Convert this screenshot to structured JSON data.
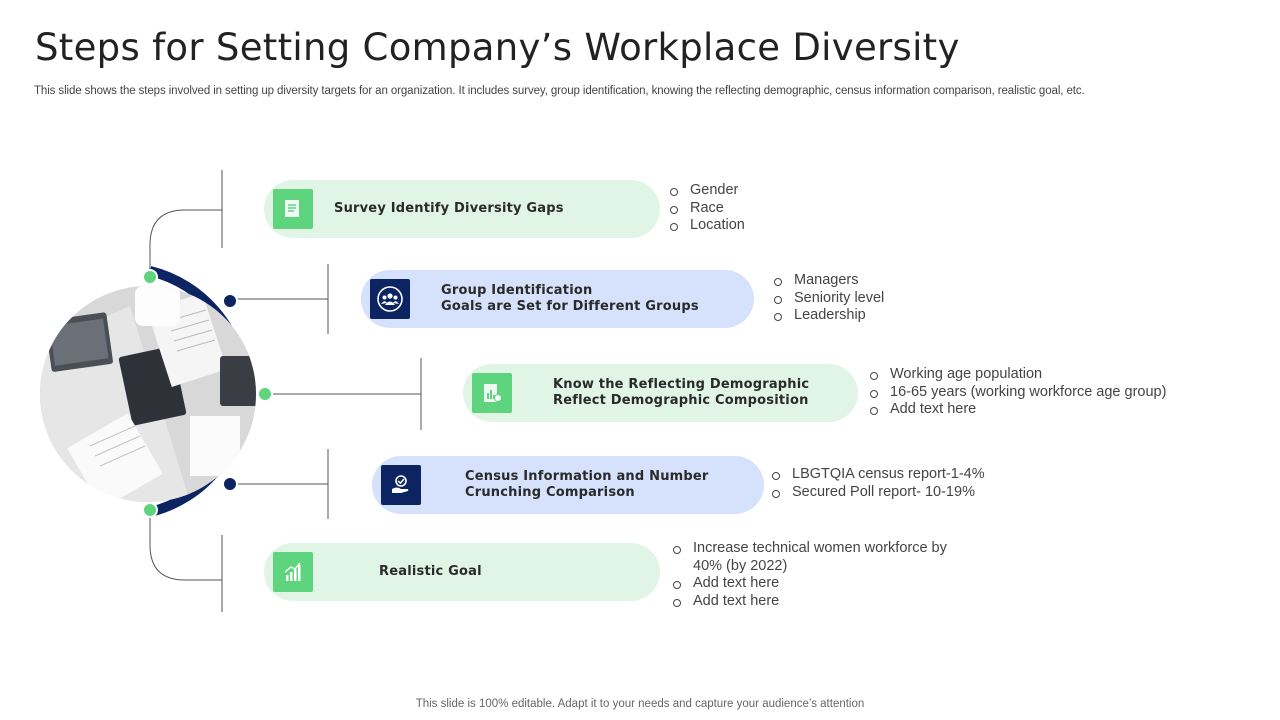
{
  "title": "Steps for Setting Company’s Workplace Diversity",
  "subtitle": "This slide shows the steps involved in setting up diversity targets for an organization. It includes survey, group identification, knowing the reflecting demographic, census information comparison, realistic goal, etc.",
  "footer": "This slide is 100% editable. Adapt it to your needs and capture your audience’s attention",
  "colors": {
    "green": "#5fd47e",
    "navy": "#0c2461",
    "green_pill": "#e0f5e6",
    "blue_pill": "#d6e2fb"
  },
  "steps": [
    {
      "label": "Survey Identify  Diversity Gaps",
      "icon": "survey-document-icon",
      "bullets": [
        "Gender",
        "Race",
        "Location"
      ]
    },
    {
      "label": "  Group Identification\nGoals are Set for Different  Groups",
      "icon": "group-people-icon",
      "bullets": [
        "Managers",
        "Seniority level",
        "Leadership"
      ]
    },
    {
      "label": "Know  the Reflecting  Demographic\nReflect  Demographic  Composition",
      "icon": "demographic-chart-icon",
      "bullets": [
        "Working age population",
        " 16-65 years (working workforce age group)",
        " Add text here"
      ]
    },
    {
      "label": "Census Information  and Number\nCrunching  Comparison",
      "icon": "census-hand-icon",
      "bullets": [
        "LBGTQIA census report-1-4%",
        "Secured Poll report- 10-19%"
      ]
    },
    {
      "label": "Realistic  Goal",
      "icon": "goal-bar-chart-icon",
      "bullets": [
        "Increase technical women workforce by 40% (by 2022)",
        "Add text here",
        "Add text here"
      ]
    }
  ]
}
